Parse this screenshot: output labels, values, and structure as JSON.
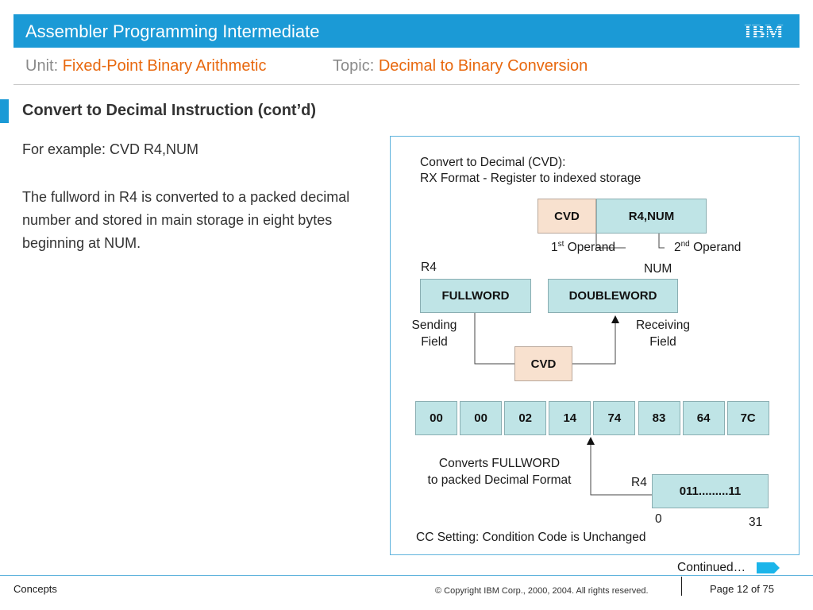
{
  "header": {
    "course_title": "Assembler Programming Intermediate",
    "logo_text": "IBM"
  },
  "subheader": {
    "unit_label": "Unit:",
    "unit_value": "Fixed-Point Binary Arithmetic",
    "topic_label": "Topic:",
    "topic_value": "Decimal to Binary Conversion"
  },
  "section_title": "Convert to Decimal Instruction (cont’d)",
  "body": {
    "example": "For example: CVD  R4,NUM",
    "paragraph": "The fullword in R4 is converted to a packed decimal number and stored in main storage in eight bytes beginning at NUM."
  },
  "diagram": {
    "caption_line1": "Convert to Decimal (CVD):",
    "caption_line2": "RX Format - Register to indexed storage",
    "instr_op": "CVD",
    "instr_operands": "R4,NUM",
    "first_operand_num": "1",
    "first_operand_sup": "st",
    "first_operand_text": "Operand",
    "second_operand_num": "2",
    "second_operand_sup": "nd",
    "second_operand_text": "Operand",
    "r4_label": "R4",
    "num_label": "NUM",
    "fullword_box": "FULLWORD",
    "doubleword_box": "DOUBLEWORD",
    "sending_line1": "Sending",
    "sending_line2": "Field",
    "receiving_line1": "Receiving",
    "receiving_line2": "Field",
    "cvd_box": "CVD",
    "bytes": [
      "00",
      "00",
      "02",
      "14",
      "74",
      "83",
      "64",
      "7C"
    ],
    "converts_line1": "Converts FULLWORD",
    "converts_line2": "to packed Decimal Format",
    "r4_label2": "R4",
    "register_value": "011.........11",
    "bit_start": "0",
    "bit_end": "31",
    "cc_setting": "CC Setting: Condition Code is Unchanged"
  },
  "footer": {
    "continued": "Continued…",
    "left": "Concepts",
    "copyright": "© Copyright IBM Corp., 2000, 2004. All rights reserved.",
    "page": "Page 12 of 75"
  },
  "colors": {
    "brand_blue": "#1b9ad6",
    "accent_orange": "#e8680e",
    "box_teal": "#bfe4e6",
    "box_peach": "#f8e1cf"
  }
}
